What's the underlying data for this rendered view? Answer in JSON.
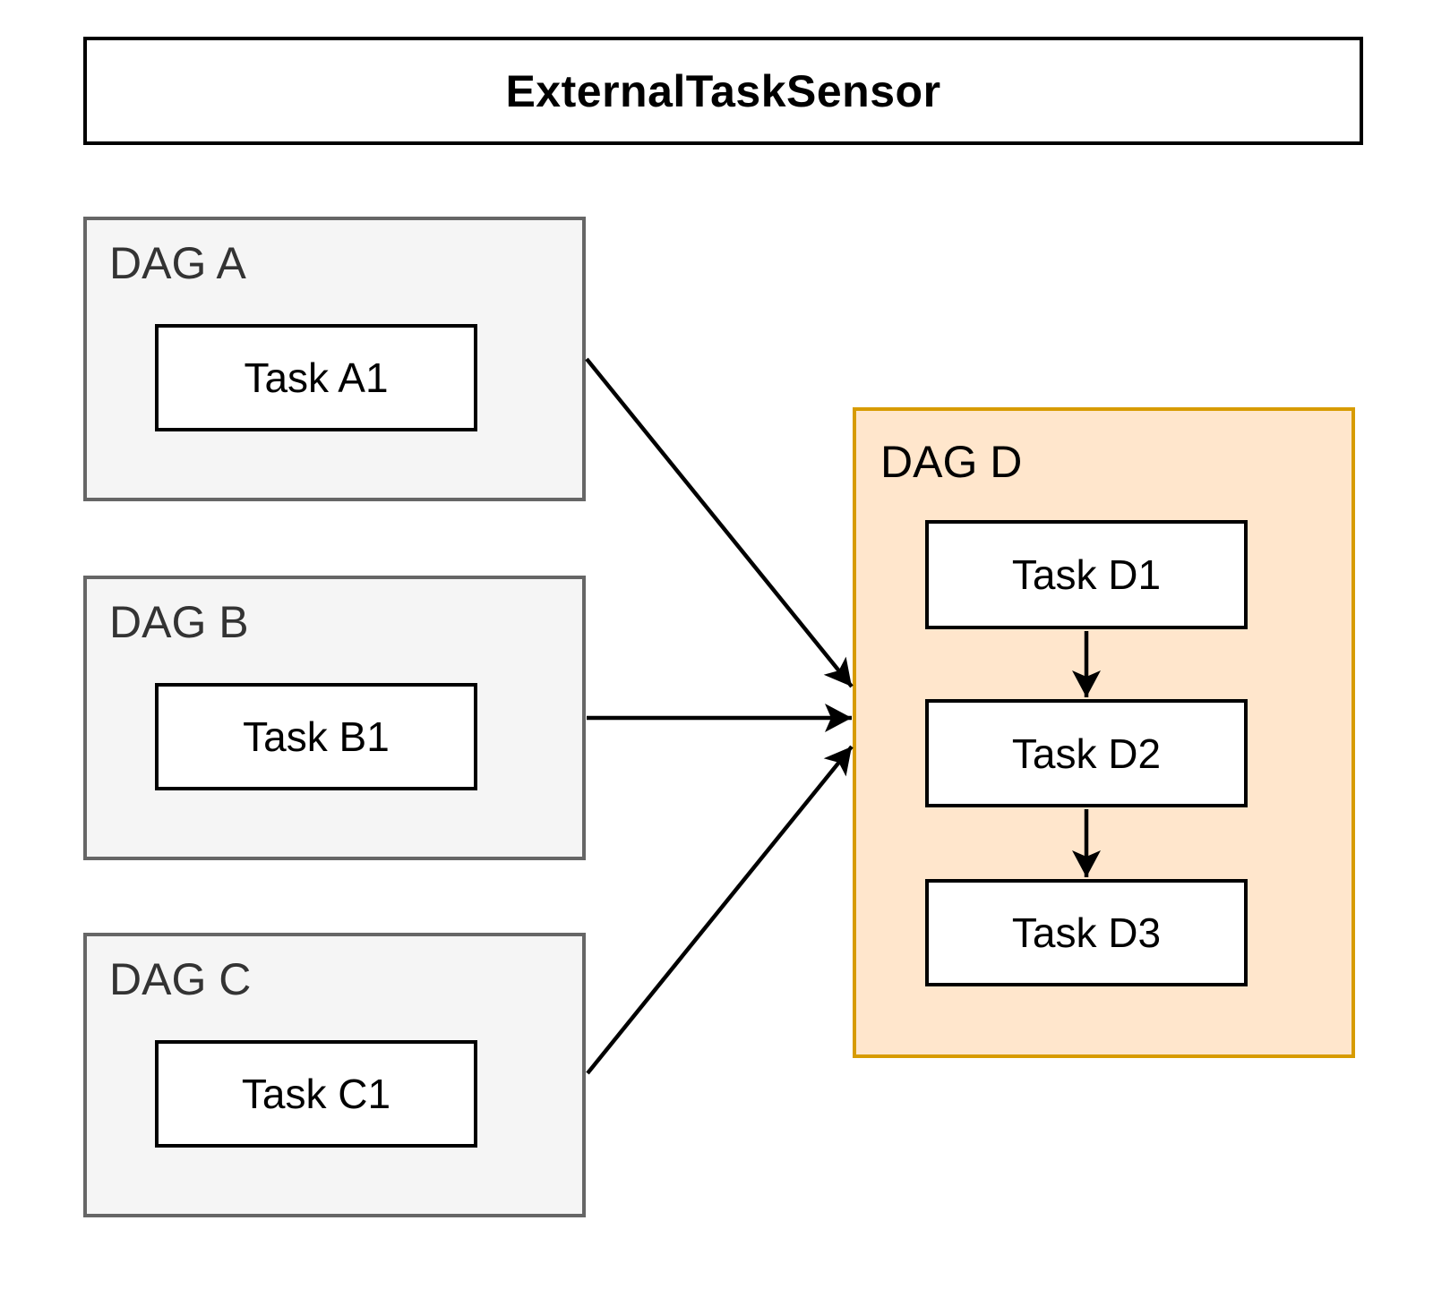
{
  "title": "ExternalTaskSensor",
  "dags": [
    {
      "label": "DAG A",
      "tasks": [
        "Task A1"
      ]
    },
    {
      "label": "DAG B",
      "tasks": [
        "Task B1"
      ]
    },
    {
      "label": "DAG C",
      "tasks": [
        "Task C1"
      ]
    },
    {
      "label": "DAG D",
      "tasks": [
        "Task D1",
        "Task D2",
        "Task D3"
      ]
    }
  ],
  "edges": [
    {
      "from": "DAG A",
      "to": "DAG D"
    },
    {
      "from": "DAG B",
      "to": "DAG D"
    },
    {
      "from": "DAG C",
      "to": "DAG D"
    },
    {
      "from": "Task D1",
      "to": "Task D2"
    },
    {
      "from": "Task D2",
      "to": "Task D3"
    }
  ],
  "colors": {
    "container_fill": "#f5f5f5",
    "container_border": "#666666",
    "container_label": "#333333",
    "highlight_fill": "#ffe6cc",
    "highlight_border": "#d79b00",
    "task_fill": "#ffffff",
    "task_border": "#000000",
    "arrow": "#000000"
  }
}
